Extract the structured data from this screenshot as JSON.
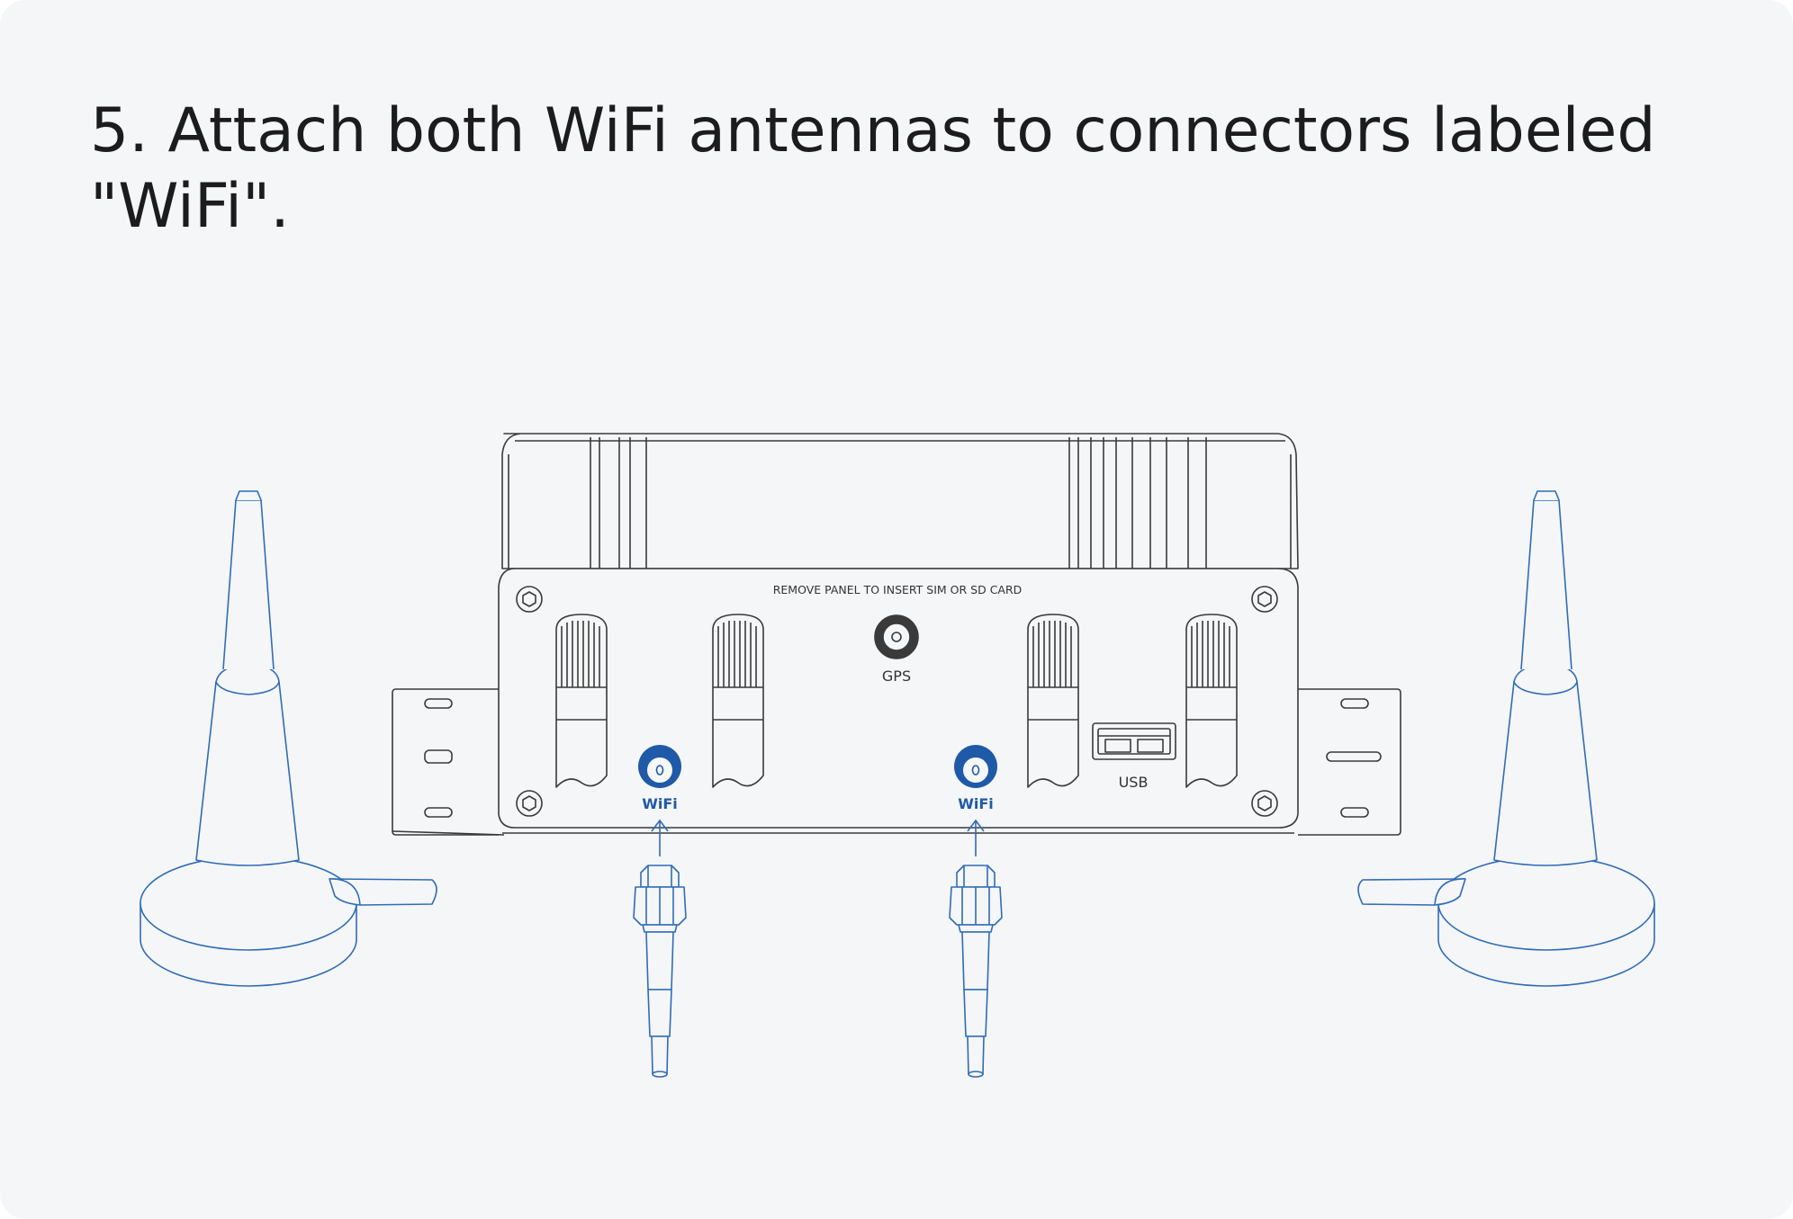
{
  "step": {
    "title": "5. Attach both WiFi antennas to connectors labeled \"WiFi\"."
  },
  "device": {
    "panel_label": "REMOVE PANEL TO INSERT SIM OR SD CARD",
    "gps_label": "GPS",
    "usb_label": "USB",
    "wifi_label_left": "WiFi",
    "wifi_label_right": "WiFi"
  },
  "colors": {
    "background": "#f5f6f8",
    "text": "#1c1c1e",
    "device_line": "#3a3a3a",
    "accent_blue": "#1f5aa8",
    "antenna_line": "#2f6cb7"
  },
  "icons": [
    "magnetic-antenna-icon",
    "sma-cable-connector-icon",
    "router-device-icon",
    "arrow-up-icon"
  ]
}
